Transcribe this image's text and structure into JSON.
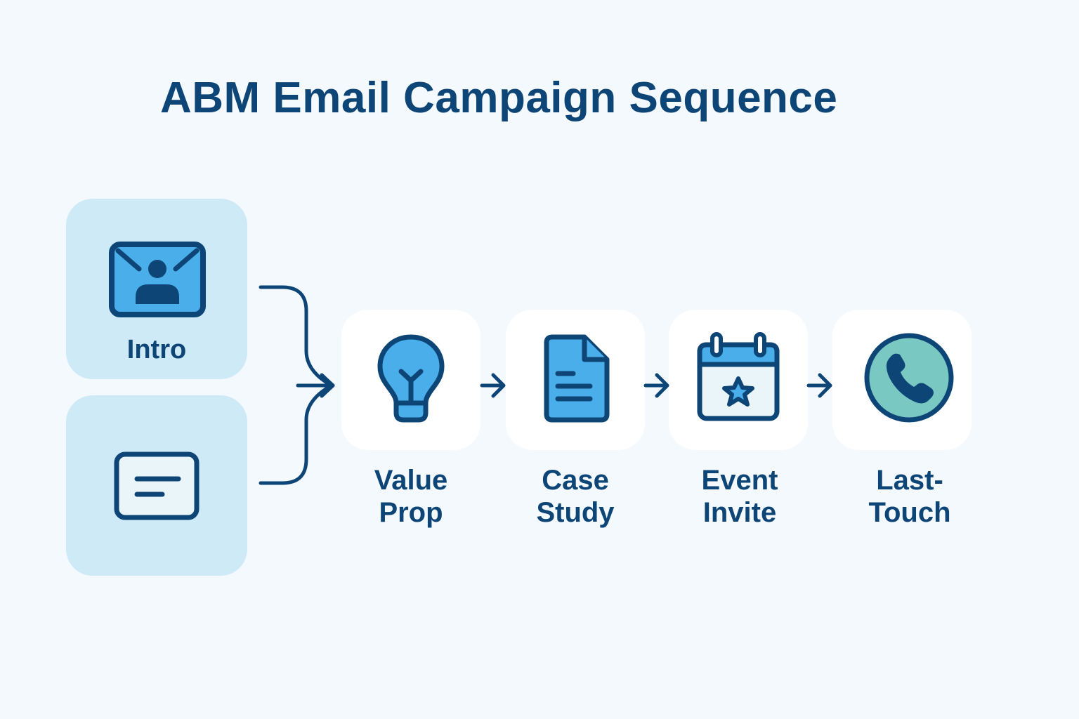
{
  "title": "ABM Email Campaign Sequence",
  "colors": {
    "background": "#f3f9fd",
    "entry_card": "#cdeaf6",
    "step_card": "#ffffff",
    "primary_dark": "#0d4577",
    "icon_blue": "#49aee9",
    "icon_light": "#eaf5fa",
    "phone_teal": "#7ac8c2"
  },
  "entry_points": [
    {
      "label": "Intro",
      "icon": "email-contact-icon"
    },
    {
      "label": "",
      "icon": "message-card-icon"
    }
  ],
  "steps": [
    {
      "line1": "Value",
      "line2": "Prop",
      "icon": "lightbulb-icon"
    },
    {
      "line1": "Case",
      "line2": "Study",
      "icon": "document-icon"
    },
    {
      "line1": "Event",
      "line2": "Invite",
      "icon": "calendar-star-icon"
    },
    {
      "line1": "Last-",
      "line2": "Touch",
      "icon": "phone-icon"
    }
  ],
  "connectors": [
    {
      "from": "entry-points",
      "to": "Value Prop",
      "type": "merge-brace"
    },
    {
      "from": "Value Prop",
      "to": "Case Study",
      "type": "arrow"
    },
    {
      "from": "Case Study",
      "to": "Event Invite",
      "type": "arrow"
    },
    {
      "from": "Event Invite",
      "to": "Last-Touch",
      "type": "arrow"
    }
  ]
}
